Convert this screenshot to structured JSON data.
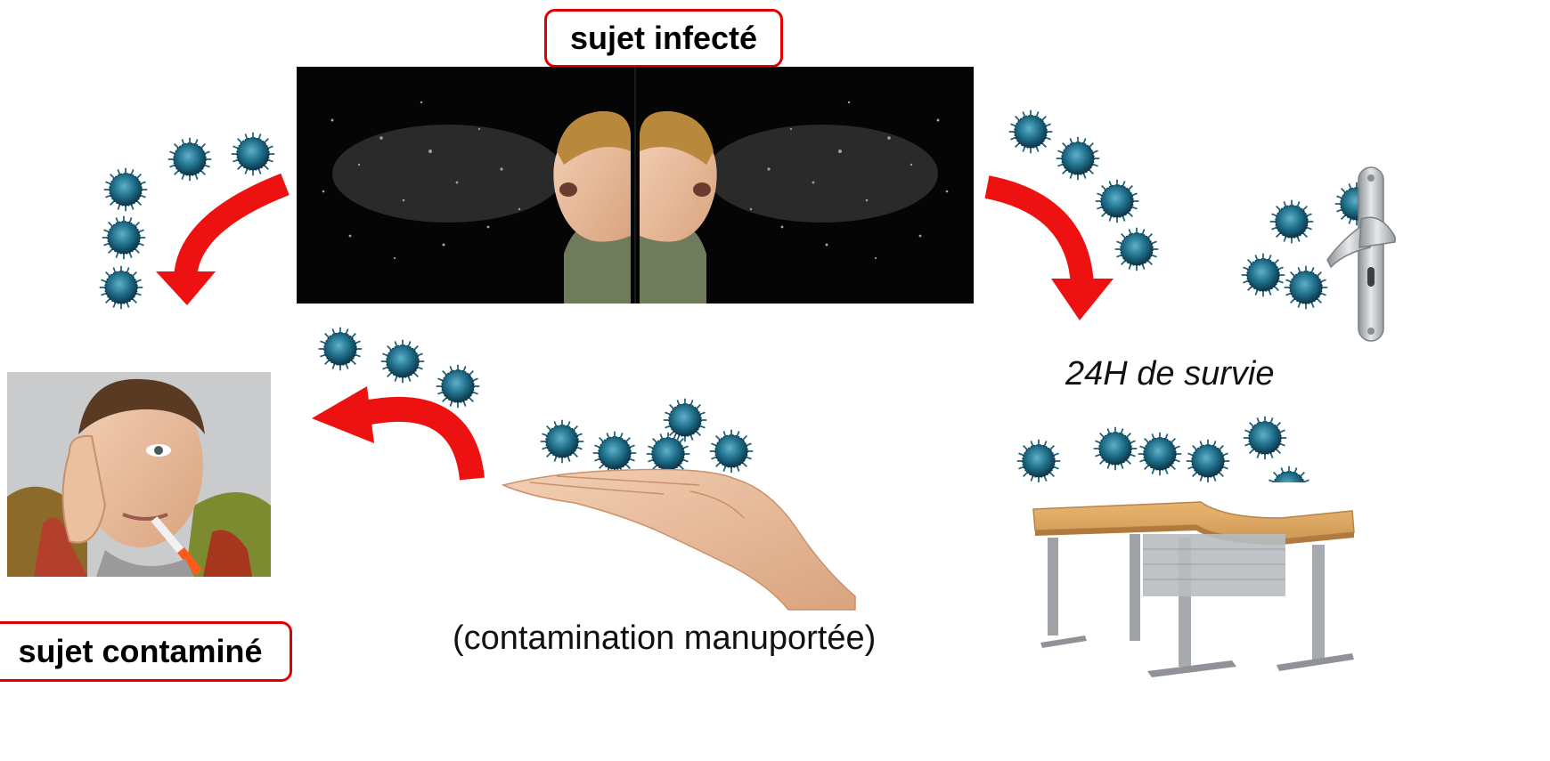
{
  "labels": {
    "infected": "sujet infecté",
    "contaminated": "sujet contaminé",
    "hand_transmission": "(contamination manuportée)",
    "survival": "24H de survie"
  },
  "colors": {
    "arrow": "#ee1111",
    "label_border": "#e00000",
    "virus": "#1f6f8b",
    "virus_dark": "#0f3f55"
  },
  "icons": [
    "virus-particle-icon",
    "curved-arrow-icon",
    "door-handle-icon",
    "desk-icon",
    "hand-icon",
    "sneezing-person-image",
    "sick-person-image"
  ]
}
